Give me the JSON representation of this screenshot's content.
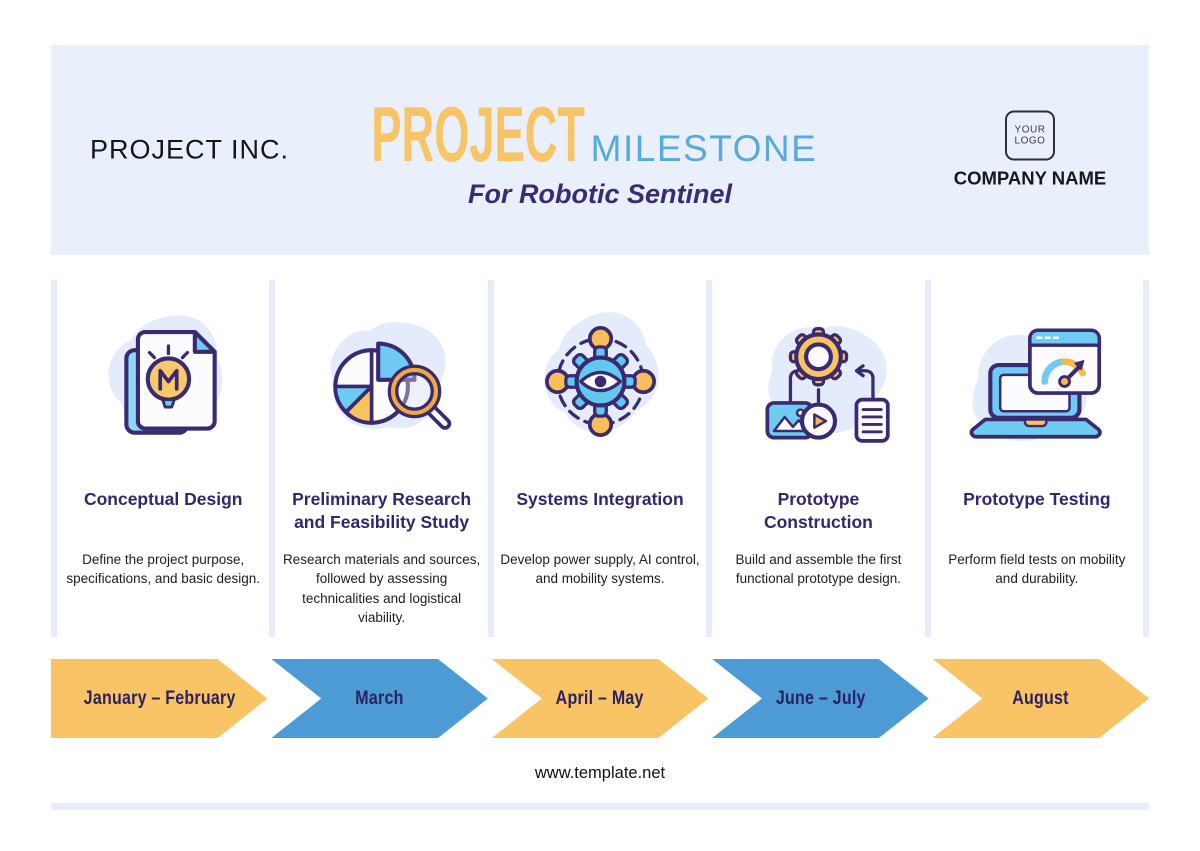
{
  "header": {
    "company_left": "PROJECT INC.",
    "title_primary": "PROJECT",
    "title_secondary": "MILESTONE",
    "subtitle": "For Robotic Sentinel",
    "logo_line1": "YOUR",
    "logo_line2": "LOGO",
    "company_right": "COMPANY NAME"
  },
  "milestones": [
    {
      "icon": "document-idea-icon",
      "title": "Conceptual Design",
      "description": "Define the project purpose, specifications, and basic design."
    },
    {
      "icon": "pie-chart-magnifier-icon",
      "title": "Preliminary Research\nand Feasibility Study",
      "description": "Research materials and sources, followed by assessing technicalities and logistical viability."
    },
    {
      "icon": "gear-eye-network-icon",
      "title": "Systems Integration",
      "description": "Develop power supply, AI control, and mobility systems."
    },
    {
      "icon": "gear-media-assembly-icon",
      "title": "Prototype\nConstruction",
      "description": "Build and assemble the first functional prototype design."
    },
    {
      "icon": "laptop-speedometer-icon",
      "title": "Prototype Testing",
      "description": "Perform field tests on mobility and durability."
    }
  ],
  "timeline": [
    {
      "label": "January – February",
      "color": "#F9C466"
    },
    {
      "label": "March",
      "color": "#4D9BD5"
    },
    {
      "label": "April – May",
      "color": "#F9C466"
    },
    {
      "label": "June – July",
      "color": "#4D9BD5"
    },
    {
      "label": "August",
      "color": "#F9C466"
    }
  ],
  "footer": {
    "website": "www.template.net"
  },
  "colors": {
    "band_background": "#E9F0FC",
    "accent_yellow": "#F9C466",
    "accent_blue": "#4D9BD5",
    "title_blue": "#57A9DE",
    "heading_purple": "#32266E",
    "divider": "#E6ECFA"
  }
}
